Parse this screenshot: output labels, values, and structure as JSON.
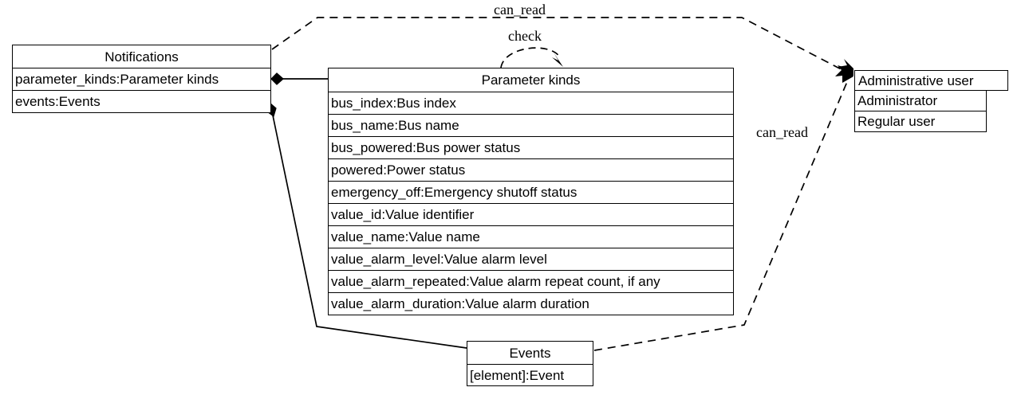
{
  "diagram": {
    "type": "uml-class-diagram",
    "background": "#ffffff",
    "stroke": "#000000"
  },
  "classes": {
    "notifications": {
      "name": "Notifications",
      "attributes": [
        "parameter_kinds:Parameter kinds",
        "events:Events"
      ]
    },
    "parameter_kinds": {
      "name": "Parameter kinds",
      "attributes": [
        "bus_index:Bus index",
        "bus_name:Bus name",
        "bus_powered:Bus power status",
        "powered:Power status",
        "emergency_off:Emergency shutoff status",
        "value_id:Value identifier",
        "value_name:Value name",
        "value_alarm_level:Value alarm level",
        "value_alarm_repeated:Value alarm repeat count, if any",
        "value_alarm_duration:Value alarm duration"
      ]
    },
    "administrative_user": {
      "name": "Administrative user",
      "attributes": [
        "Administrator",
        "Regular user"
      ]
    },
    "events": {
      "name": "Events",
      "attributes": [
        "[element]:Event"
      ]
    }
  },
  "edges": [
    {
      "id": "notifications-can-read-admin",
      "label": "can_read",
      "style": "dashed",
      "arrow": "open-arrow",
      "from": "notifications",
      "to": "administrative_user"
    },
    {
      "id": "parameter-kinds-check-self",
      "label": "check",
      "style": "dashed",
      "arrow": "open-arrow",
      "from": "parameter_kinds",
      "to": "parameter_kinds"
    },
    {
      "id": "events-can-read-admin",
      "label": "can_read",
      "style": "dashed",
      "arrow": "open-arrow",
      "from": "events",
      "to": "administrative_user"
    },
    {
      "id": "notifications-composition-parameter-kinds",
      "label": "",
      "style": "solid",
      "arrow": "filled-diamond",
      "from": "notifications",
      "to": "parameter_kinds"
    },
    {
      "id": "notifications-composition-events",
      "label": "",
      "style": "solid",
      "arrow": "filled-diamond",
      "from": "notifications",
      "to": "events"
    }
  ]
}
